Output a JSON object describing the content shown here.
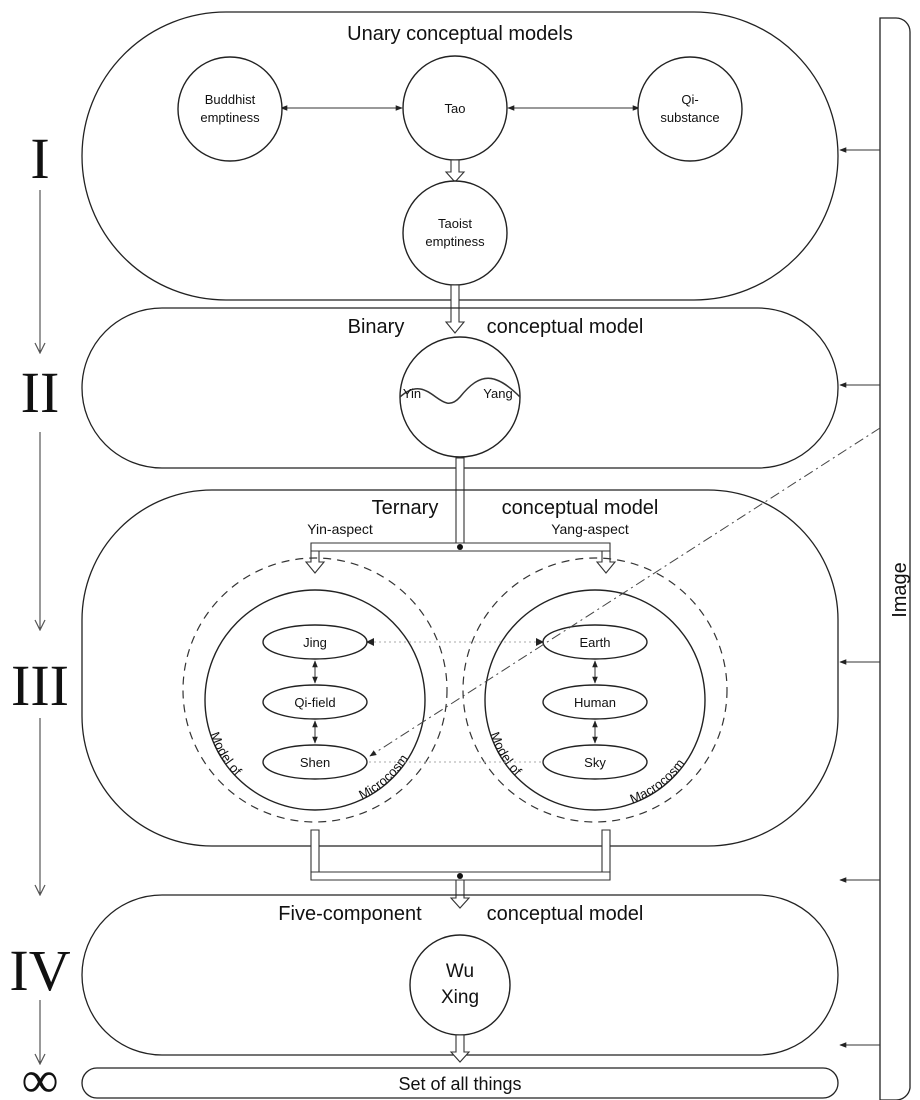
{
  "levels": {
    "level_1": "I",
    "level_2": "II",
    "level_3": "III",
    "level_4": "IV",
    "level_inf": "∞"
  },
  "side": {
    "image_label": "Image"
  },
  "unary": {
    "title": "Unary conceptual models",
    "buddhist_line1": "Buddhist",
    "buddhist_line2": "emptiness",
    "tao": "Tao",
    "qi_line1": "Qi-",
    "qi_line2": "substance",
    "taoist_line1": "Taoist",
    "taoist_line2": "emptiness"
  },
  "binary": {
    "title_part1": "Binary",
    "title_part2": "conceptual model",
    "yin": "Yin",
    "yang": "Yang"
  },
  "ternary": {
    "title_part1": "Ternary",
    "title_part2": "conceptual model",
    "yin_aspect": "Yin-aspect",
    "yang_aspect": "Yang-aspect",
    "micro": {
      "jing": "Jing",
      "qi_field": "Qi-field",
      "shen": "Shen",
      "model_of": "Model of",
      "name": "Microcosm"
    },
    "macro": {
      "earth": "Earth",
      "human": "Human",
      "sky": "Sky",
      "model_of": "Model of",
      "name": "Macrocosm"
    }
  },
  "five": {
    "title_part1": "Five-component",
    "title_part2": "conceptual model",
    "wu": "Wu",
    "xing": "Xing"
  },
  "all": {
    "label": "Set of all things"
  }
}
